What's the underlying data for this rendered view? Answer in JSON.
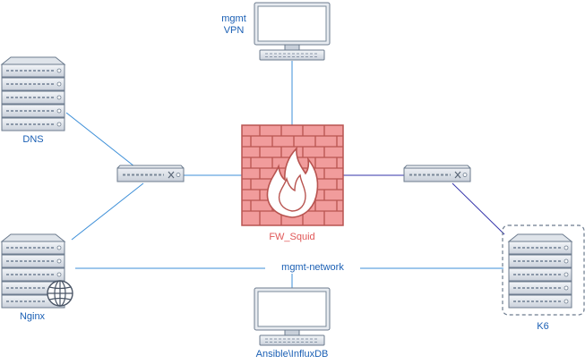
{
  "nodes": {
    "vpn": {
      "label": "mgmt\nVPN",
      "type": "monitor"
    },
    "dns": {
      "label": "DNS",
      "type": "server"
    },
    "nginx": {
      "label": "Nginx",
      "type": "web-server"
    },
    "firewall": {
      "label": "FW_Squid",
      "type": "firewall"
    },
    "ansible": {
      "label": "Ansible\\InfluxDB",
      "type": "monitor"
    },
    "k6": {
      "label": "K6",
      "type": "server-group"
    },
    "switch_left": {
      "type": "switch"
    },
    "switch_right": {
      "type": "switch"
    }
  },
  "edges": {
    "mgmt_network": {
      "label": "mgmt-network"
    }
  },
  "colors": {
    "link_light": "#3d8fd8",
    "link_dark": "#3333aa",
    "label_blue": "#1a5fb4",
    "label_red": "#e05757",
    "firewall_fill": "#f19c9c",
    "firewall_stroke": "#b85450",
    "device_fill": "#e7ebf0",
    "device_stroke": "#6c7b8e"
  }
}
